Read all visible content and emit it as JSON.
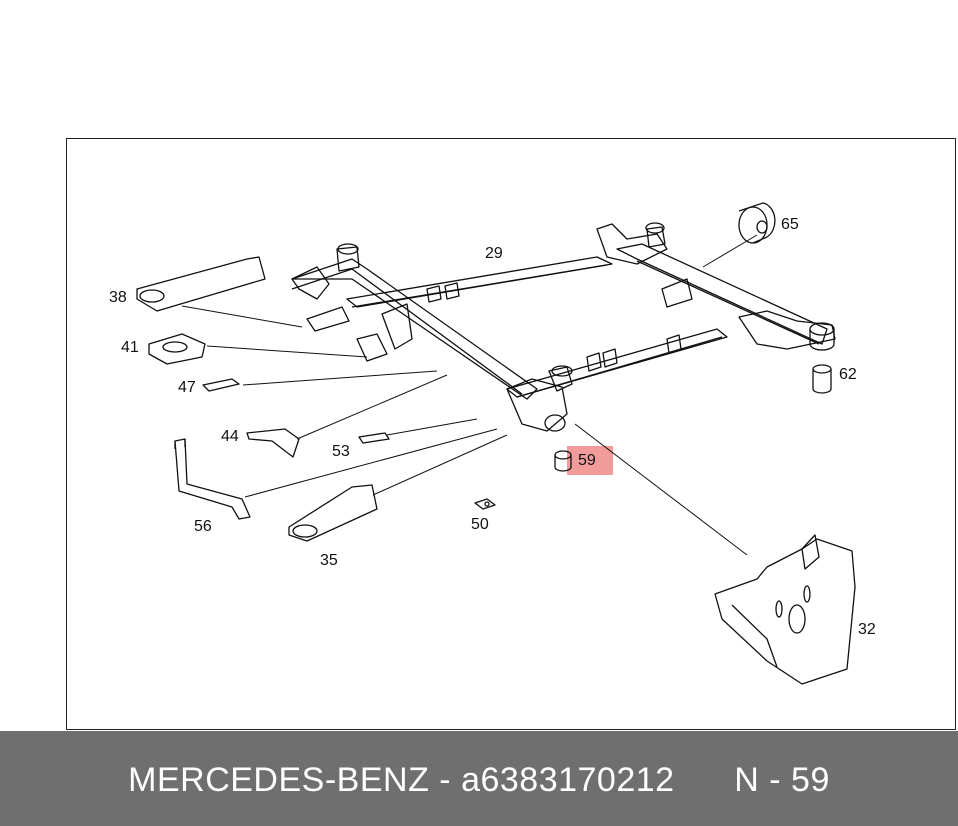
{
  "diagram": {
    "highlighted_part": "59",
    "highlight_color": "#f08a8a",
    "labels": {
      "p29": "29",
      "p65": "65",
      "p38": "38",
      "p41": "41",
      "p47": "47",
      "p44": "44",
      "p53": "53",
      "p62": "62",
      "p59": "59",
      "p56": "56",
      "p50": "50",
      "p35": "35",
      "p32": "32"
    }
  },
  "footer": {
    "brand": "MERCEDES-BENZ",
    "separator": " - ",
    "part_number": "a6383170212",
    "ref_label": "N - 59",
    "background": "#6f6f6f"
  }
}
